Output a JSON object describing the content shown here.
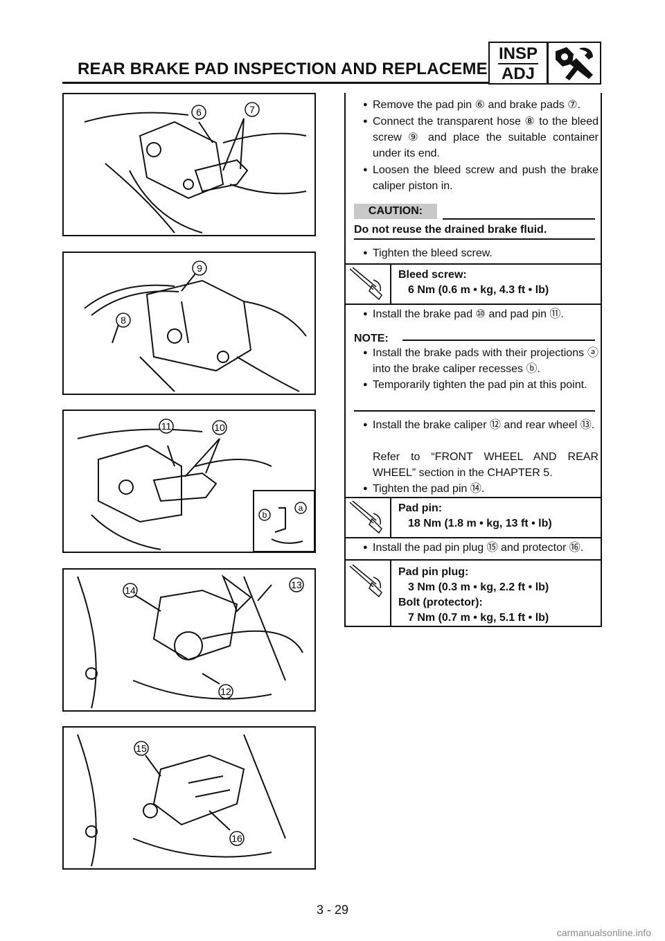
{
  "header": {
    "title": "REAR BRAKE PAD INSPECTION AND REPLACEMENT",
    "badge_top": "INSP",
    "badge_bottom": "ADJ"
  },
  "figures": [
    {
      "callouts": [
        "6",
        "7"
      ]
    },
    {
      "callouts": [
        "9",
        "8"
      ]
    },
    {
      "callouts": [
        "11",
        "10",
        "a",
        "b"
      ]
    },
    {
      "callouts": [
        "14",
        "13",
        "12"
      ]
    },
    {
      "callouts": [
        "15",
        "16"
      ]
    }
  ],
  "steps": {
    "s1": "Remove the pad pin ⑥ and brake pads ⑦.",
    "s2": "Connect the transparent hose ⑧ to the bleed screw ⑨ and place the suitable container under its end.",
    "s3": "Loosen the bleed screw and push the brake caliper piston in.",
    "caution_label": "CAUTION:",
    "caution_text": "Do not reuse the drained brake fluid.",
    "s4": "Tighten the bleed screw.",
    "spec1_label": "Bleed screw:",
    "spec1_value": "6 Nm (0.6 m • kg, 4.3 ft • lb)",
    "s5": "Install the brake pad ⑩ and pad pin ⑪.",
    "note_label": "NOTE:",
    "n1": "Install the brake pads with their projections ⓐ into the brake caliper recesses ⓑ.",
    "n2": "Temporarily tighten the pad pin at this point.",
    "s6": "Install the brake caliper ⑫ and rear wheel ⑬.",
    "s6b": "Refer to “FRONT WHEEL AND REAR WHEEL” section in the CHAPTER 5.",
    "s7": "Tighten the pad pin ⑭.",
    "spec2_label": "Pad pin:",
    "spec2_value": "18 Nm (1.8 m • kg, 13 ft • lb)",
    "s8": "Install the pad pin plug ⑮ and protector ⑯.",
    "spec3_label": "Pad pin plug:",
    "spec3_value": "3 Nm (0.3 m • kg, 2.2 ft • lb)",
    "spec4_label": "Bolt (protector):",
    "spec4_value": "7 Nm (0.7 m • kg, 5.1 ft • lb)"
  },
  "page_number": "3 - 29",
  "watermark": "carmanualsonline.info"
}
